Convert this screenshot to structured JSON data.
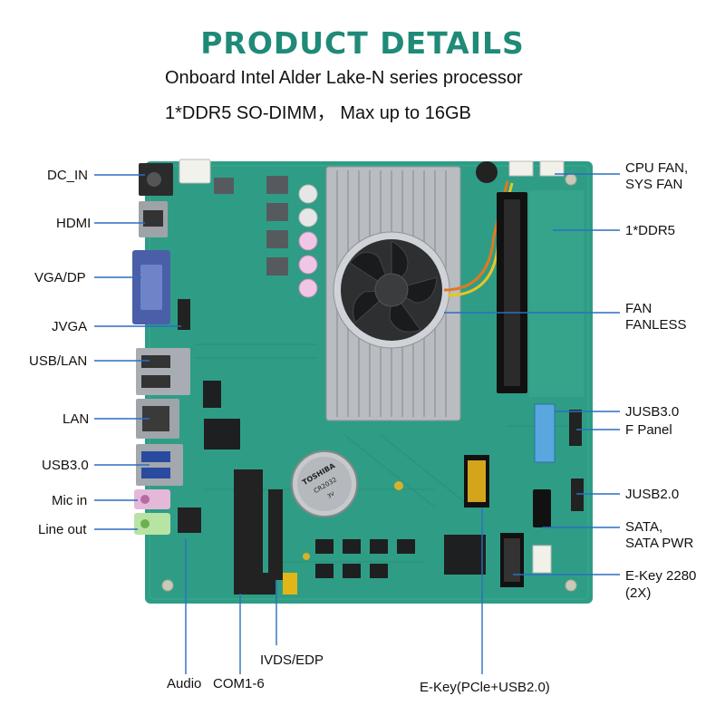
{
  "header": {
    "title": "PRODUCT DETAILS",
    "line1": "Onboard Intel Alder Lake-N series processor",
    "line2": "1*DDR5 SO-DIMM， Max up to 16GB"
  },
  "chip_text": {
    "battery_brand": "TOSHIBA",
    "battery_model": "CR2032",
    "battery_volt": "3V"
  },
  "labels_left": {
    "dc_in": "DC_IN",
    "hdmi": "HDMI",
    "vga_dp": "VGA/DP",
    "jvga": "JVGA",
    "usb_lan": "USB/LAN",
    "lan": "LAN",
    "usb30": "USB3.0",
    "mic_in": "Mic in",
    "line_out": "Line out"
  },
  "labels_right": {
    "cpu_fan": "CPU FAN,",
    "sys_fan": "SYS FAN",
    "ddr5": "1*DDR5",
    "fan": "FAN",
    "fanless": "FANLESS",
    "jusb30": "JUSB3.0",
    "f_panel": "F Panel",
    "jusb20": "JUSB2.0",
    "sata": "SATA,",
    "sata_pwr": "SATA PWR",
    "ekey2280": "E-Key 2280",
    "ekey2280_count": "(2X)"
  },
  "labels_bottom": {
    "audio": "Audio",
    "com": "COM1-6",
    "lvds": "IVDS/EDP",
    "ekey": "E-Key(PCle+USB2.0)"
  },
  "colors": {
    "title": "#1f8a77",
    "board": "#2f9d86",
    "heatsink": "#b9bcc1",
    "leader": "#2a6fc0"
  }
}
